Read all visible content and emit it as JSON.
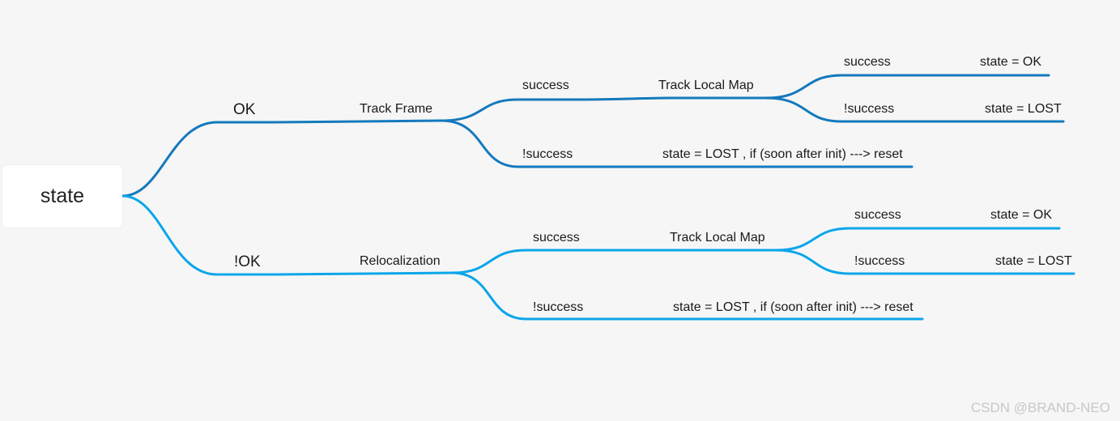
{
  "root": {
    "label": "state"
  },
  "branches": [
    {
      "label": "OK",
      "color": "#1479bd",
      "child": {
        "label": "Track Frame",
        "success": {
          "label": "success",
          "next": {
            "label": "Track Local Map",
            "success": {
              "label": "success",
              "result": "state = OK"
            },
            "fail": {
              "label": "!success",
              "result": "state = LOST"
            }
          }
        },
        "fail": {
          "label": "!success",
          "result": "state = LOST , if (soon after init)  ---> reset"
        }
      }
    },
    {
      "label": "!OK",
      "color": "#0ba6ea",
      "child": {
        "label": "Relocalization",
        "success": {
          "label": "success",
          "next": {
            "label": "Track Local Map",
            "success": {
              "label": "success",
              "result": "state = OK"
            },
            "fail": {
              "label": "!success",
              "result": "state = LOST"
            }
          }
        },
        "fail": {
          "label": "!success",
          "result": "state = LOST , if (soon after init)  ---> reset"
        }
      }
    }
  ],
  "watermark": "CSDN @BRAND-NEO"
}
